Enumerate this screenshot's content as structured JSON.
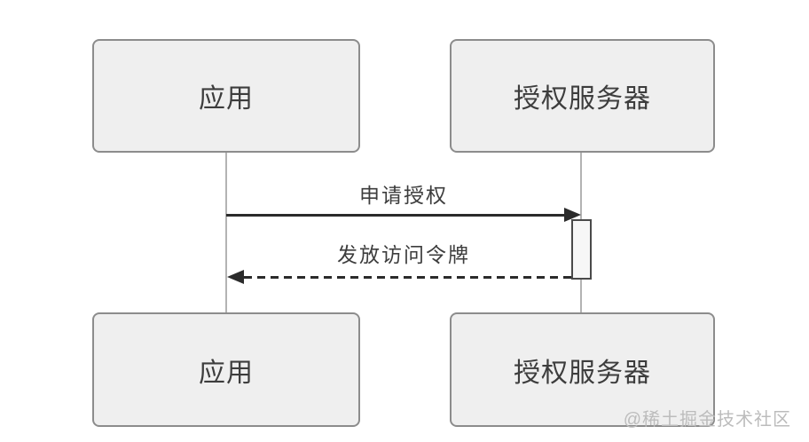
{
  "diagram": {
    "type": "sequence-diagram",
    "actors": {
      "top_left": "应用",
      "top_right": "授权服务器",
      "bottom_left": "应用",
      "bottom_right": "授权服务器"
    },
    "messages": [
      {
        "label": "申请授权",
        "from": "应用",
        "to": "授权服务器",
        "style": "solid",
        "direction": "right"
      },
      {
        "label": "发放访问令牌",
        "from": "授权服务器",
        "to": "应用",
        "style": "dashed",
        "direction": "left"
      }
    ],
    "watermark": "@稀土掘金技术社区",
    "colors": {
      "background": "#ffffff",
      "box_fill": "#efefef",
      "box_border": "#8c8c8c",
      "text": "#3d3d3d",
      "lifeline": "#b3b3b3",
      "arrow": "#2b2b2b",
      "activation_fill": "#f7f7f7",
      "activation_border": "#4a4a4a",
      "watermark": "#bcbcbc"
    }
  }
}
